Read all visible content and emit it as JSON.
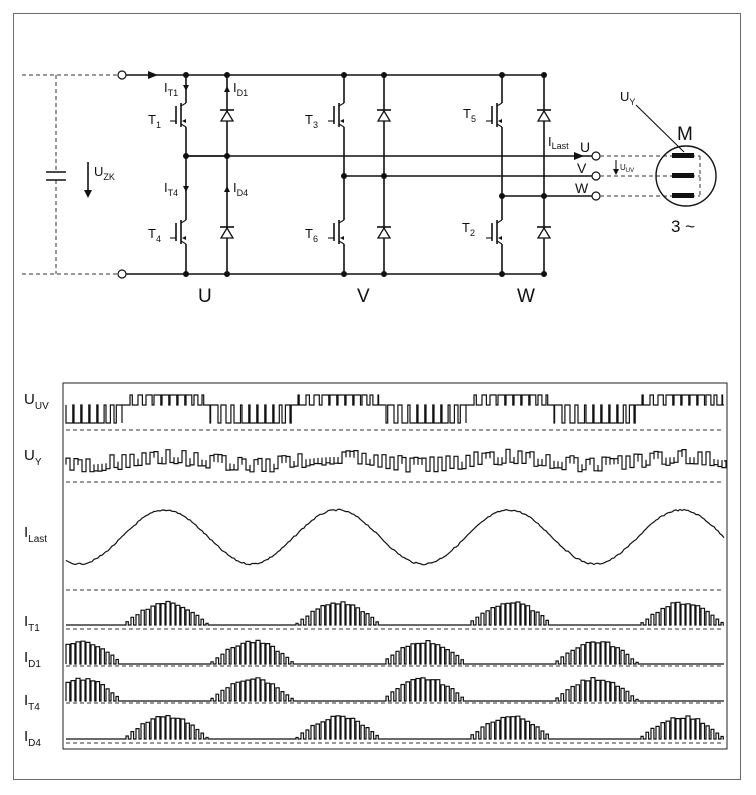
{
  "circuit": {
    "dc_link_voltage": {
      "main": "U",
      "sub": "ZK"
    },
    "transistors": [
      {
        "main": "T",
        "sub": "1"
      },
      {
        "main": "T",
        "sub": "4"
      },
      {
        "main": "T",
        "sub": "3"
      },
      {
        "main": "T",
        "sub": "6"
      },
      {
        "main": "T",
        "sub": "5"
      },
      {
        "main": "T",
        "sub": "2"
      }
    ],
    "currents": [
      {
        "main": "I",
        "sub": "T1"
      },
      {
        "main": "I",
        "sub": "D1"
      },
      {
        "main": "I",
        "sub": "T4"
      },
      {
        "main": "I",
        "sub": "D4"
      },
      {
        "main": "I",
        "sub": "Last"
      }
    ],
    "phase_bottom_labels": [
      "U",
      "V",
      "W"
    ],
    "terminal_labels": [
      "U",
      "V",
      "W"
    ],
    "uuv_label": {
      "main": "U",
      "sub": "UV"
    },
    "uy_label": {
      "main": "U",
      "sub": "Y"
    },
    "motor": {
      "letter": "M",
      "type": "3 ~"
    }
  },
  "waveforms": [
    {
      "main": "U",
      "sub": "UV",
      "kind": "pwm_square"
    },
    {
      "main": "U",
      "sub": "Y",
      "kind": "pwm_multilevel"
    },
    {
      "main": "I",
      "sub": "Last",
      "kind": "sine"
    },
    {
      "main": "I",
      "sub": "T1",
      "kind": "pos_half_pulses"
    },
    {
      "main": "I",
      "sub": "D1",
      "kind": "neg_half_pulses"
    },
    {
      "main": "I",
      "sub": "T4",
      "kind": "neg_half_pulses"
    },
    {
      "main": "I",
      "sub": "D4",
      "kind": "pos_half_pulses"
    }
  ],
  "colors": {
    "ink": "#111111",
    "frame": "#6b6b6b",
    "background": "#ffffff"
  }
}
